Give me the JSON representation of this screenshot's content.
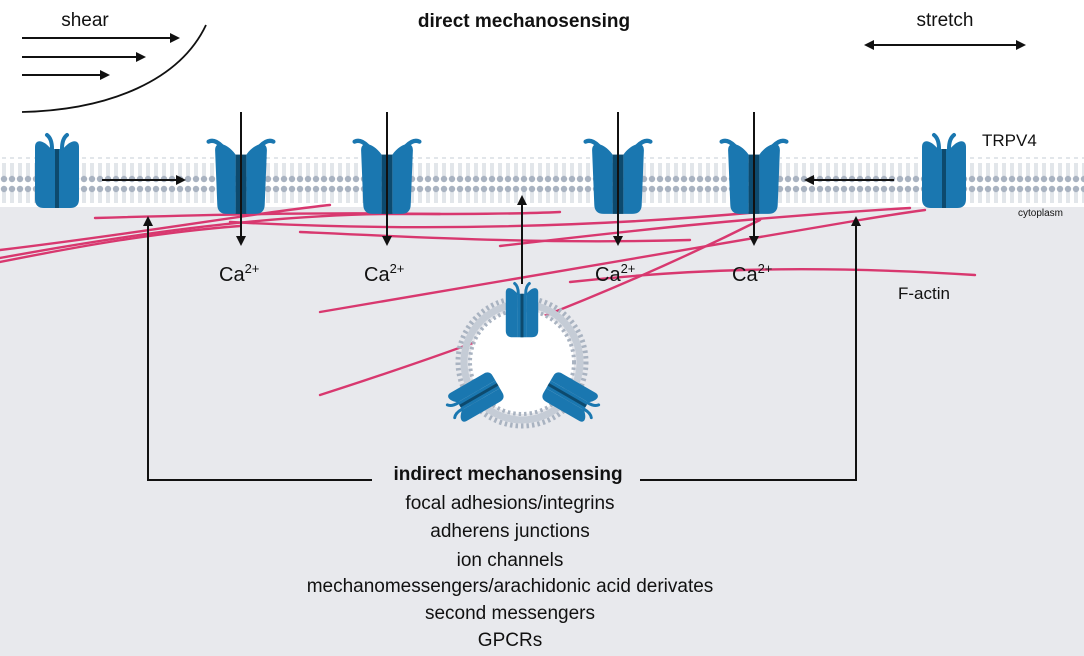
{
  "title": "direct mechanosensing",
  "labels": {
    "shear": "shear",
    "stretch": "stretch",
    "trpv4": "TRPV4",
    "cytoplasm": "cytoplasm",
    "factin": "F-actin",
    "ca_base": "Ca",
    "ca_sup": "2+"
  },
  "indirect": {
    "heading": "indirect mechanosensing",
    "items": [
      "focal adhesions/integrins",
      "adherens junctions",
      "ion channels",
      "mechanomessengers/arachidonic acid derivates",
      "second messengers",
      "GPCRs"
    ]
  },
  "colors": {
    "channel": "#1a77b0",
    "channel_dark": "#0d4a6e",
    "actin": "#d8386f",
    "membrane": "#aab4c2",
    "cytoplasm": "#e8e9ed"
  }
}
